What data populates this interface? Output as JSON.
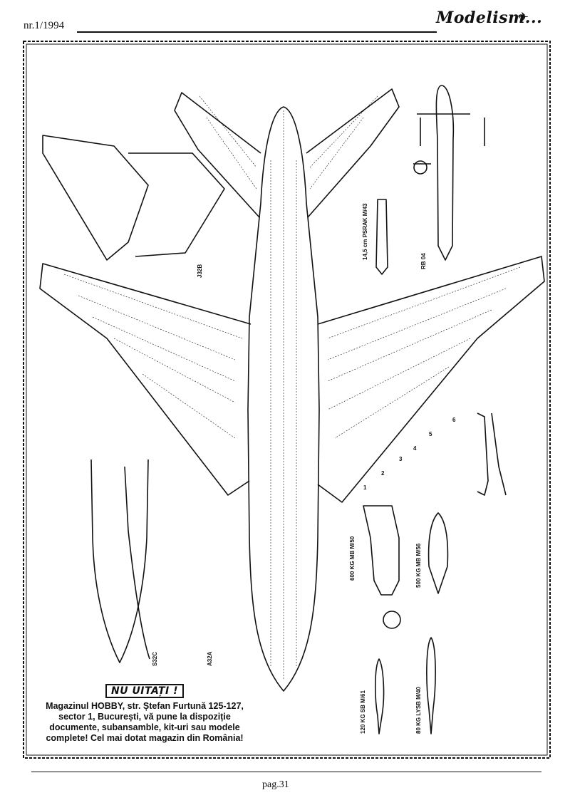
{
  "header": {
    "issue": "nr.1/1994",
    "brand": "Modelism"
  },
  "labels": {
    "tail_code": "J32B",
    "pod_label": "14,5 cm PSRAK M/43",
    "rb04": "RB 04",
    "nose_variant_1": "S32C",
    "nose_variant_2": "A32A",
    "bomb_600": "600 KG MB M/50",
    "bomb_500": "500 KG MB M/56",
    "bomb_120": "120 KG SB M/61",
    "bomb_80": "80 KG LYSB M/40",
    "station_1": "1",
    "station_2": "2",
    "station_3": "3",
    "station_4": "4",
    "station_5": "5",
    "station_6": "6"
  },
  "notice": {
    "title": "NU UITAȚI !",
    "text": "Magazinul HOBBY, str. Ștefan Furtună 125-127, sector 1, București, vă pune la dispoziție documente, subansamble, kit-uri sau modele complete! Cel mai dotat magazin din România!"
  },
  "footer": {
    "page": "pag.31"
  }
}
